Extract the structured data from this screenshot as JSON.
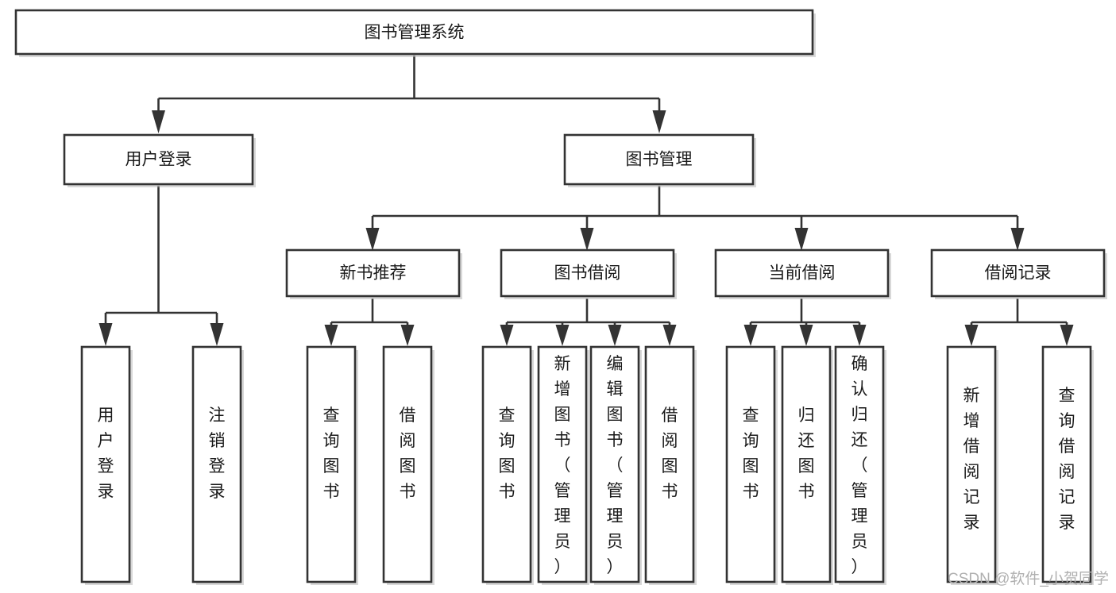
{
  "diagram": {
    "title": "图书管理系统",
    "type": "tree-hierarchy-chart",
    "levels": 4,
    "nodes": {
      "root": {
        "label": "图书管理系统",
        "orientation": "horizontal"
      },
      "level2": [
        {
          "id": "user-login",
          "label": "用户登录",
          "orientation": "horizontal"
        },
        {
          "id": "book-management",
          "label": "图书管理",
          "orientation": "horizontal"
        }
      ],
      "level3": [
        {
          "id": "new-book-recommend",
          "label": "新书推荐",
          "orientation": "horizontal"
        },
        {
          "id": "book-borrow",
          "label": "图书借阅",
          "orientation": "horizontal"
        },
        {
          "id": "current-borrow",
          "label": "当前借阅",
          "orientation": "horizontal"
        },
        {
          "id": "borrow-record",
          "label": "借阅记录",
          "orientation": "horizontal"
        }
      ],
      "leaves": {
        "user_login": [
          {
            "id": "leaf-user-login",
            "label": "用户登录",
            "orientation": "vertical"
          },
          {
            "id": "leaf-logout",
            "label": "注销登录",
            "orientation": "vertical"
          }
        ],
        "new_book_recommend": [
          {
            "id": "leaf-query-book-1",
            "label": "查询图书",
            "orientation": "vertical"
          },
          {
            "id": "leaf-borrow-book-1",
            "label": "借阅图书",
            "orientation": "vertical"
          }
        ],
        "book_borrow": [
          {
            "id": "leaf-query-book-2",
            "label": "查询图书",
            "orientation": "vertical"
          },
          {
            "id": "leaf-add-book",
            "label": "新增图书（管理员）",
            "orientation": "vertical"
          },
          {
            "id": "leaf-edit-book",
            "label": "编辑图书（管理员）",
            "orientation": "vertical"
          },
          {
            "id": "leaf-borrow-book-2",
            "label": "借阅图书",
            "orientation": "vertical"
          }
        ],
        "current_borrow": [
          {
            "id": "leaf-query-book-3",
            "label": "查询图书",
            "orientation": "vertical"
          },
          {
            "id": "leaf-return-book",
            "label": "归还图书",
            "orientation": "vertical"
          },
          {
            "id": "leaf-confirm-return",
            "label": "确认归还（管理员）",
            "orientation": "vertical"
          }
        ],
        "borrow_record": [
          {
            "id": "leaf-add-record",
            "label": "新增借阅记录",
            "orientation": "vertical"
          },
          {
            "id": "leaf-query-record",
            "label": "查询借阅记录",
            "orientation": "vertical"
          }
        ]
      }
    },
    "colors": {
      "box_fill": "#ffffff",
      "box_stroke": "#333333",
      "text": "#1a1a1a",
      "connector": "#333333",
      "background": "#ffffff",
      "watermark": "#b0b0b0"
    }
  },
  "watermark": {
    "text": "CSDN @软件_小贺同学"
  }
}
